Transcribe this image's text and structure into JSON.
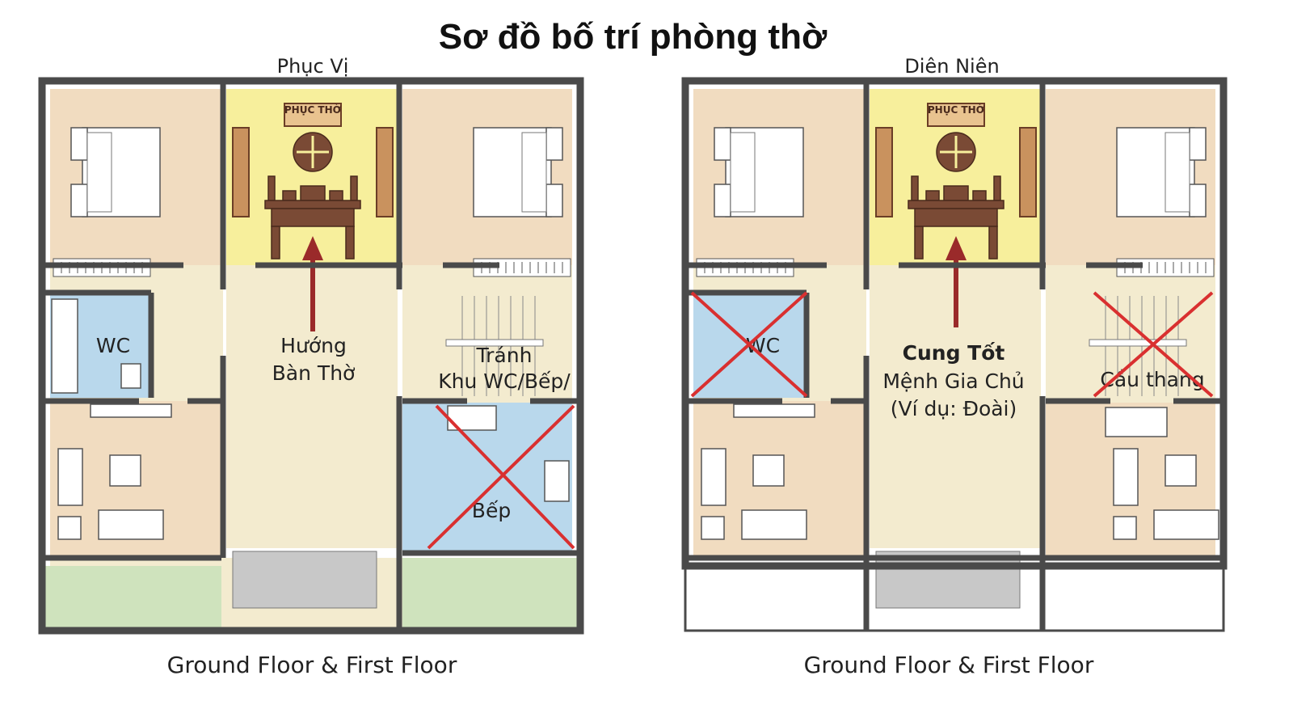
{
  "title": "Sơ đồ bố trí phòng thờ",
  "colors": {
    "altar_room": "#f7ef9c",
    "bedroom": "#f1dcc0",
    "hall": "#f3ebcf",
    "wc": "#b9d8ec",
    "garden": "#cfe3bd",
    "porch": "#c8c8c8",
    "arrow": "#9a2a2a",
    "cross": "#d93030",
    "wall": "#4a4a4a"
  },
  "left_plan": {
    "direction_label": "Phục Vị",
    "plaque": "PHỤC THỜ",
    "wc_label": "WC",
    "center_line1": "Hướng",
    "center_line2": "Bàn Thờ",
    "avoid_line1": "Tránh",
    "avoid_line2": "Khu WC/Bếp/",
    "kitchen_label": "Bếp",
    "caption": "Ground Floor & First Floor"
  },
  "right_plan": {
    "direction_label": "Diên Niên",
    "plaque": "PHỤC THỜ",
    "wc_label": "WC",
    "center_line1": "Cung Tốt",
    "center_line2": "Mệnh Gia Chủ",
    "center_line3": "(Ví dụ: Đoài)",
    "stairs_label": "Cầu thang",
    "caption": "Ground Floor & First Floor"
  }
}
